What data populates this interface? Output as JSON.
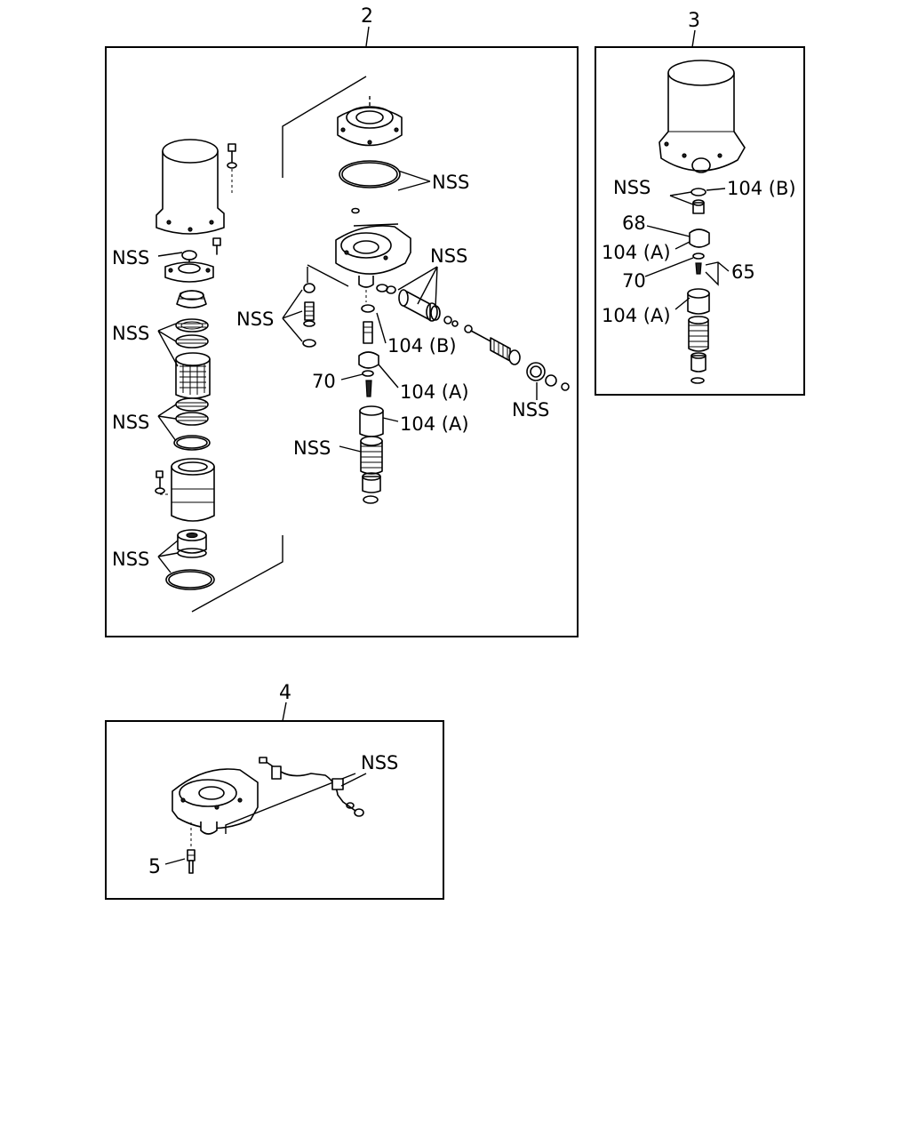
{
  "panels": [
    {
      "id": "2",
      "callouts": [
        "NSS",
        "NSS",
        "NSS",
        "NSS",
        "NSS",
        "NSS",
        "NSS",
        "104 (B)",
        "70",
        "104 (A)",
        "104 (A)",
        "NSS"
      ]
    },
    {
      "id": "3",
      "callouts": [
        "NSS",
        "104 (B)",
        "68",
        "104 (A)",
        "70",
        "65",
        "104 (A)"
      ]
    },
    {
      "id": "4",
      "callouts": [
        "NSS",
        "5"
      ]
    }
  ]
}
